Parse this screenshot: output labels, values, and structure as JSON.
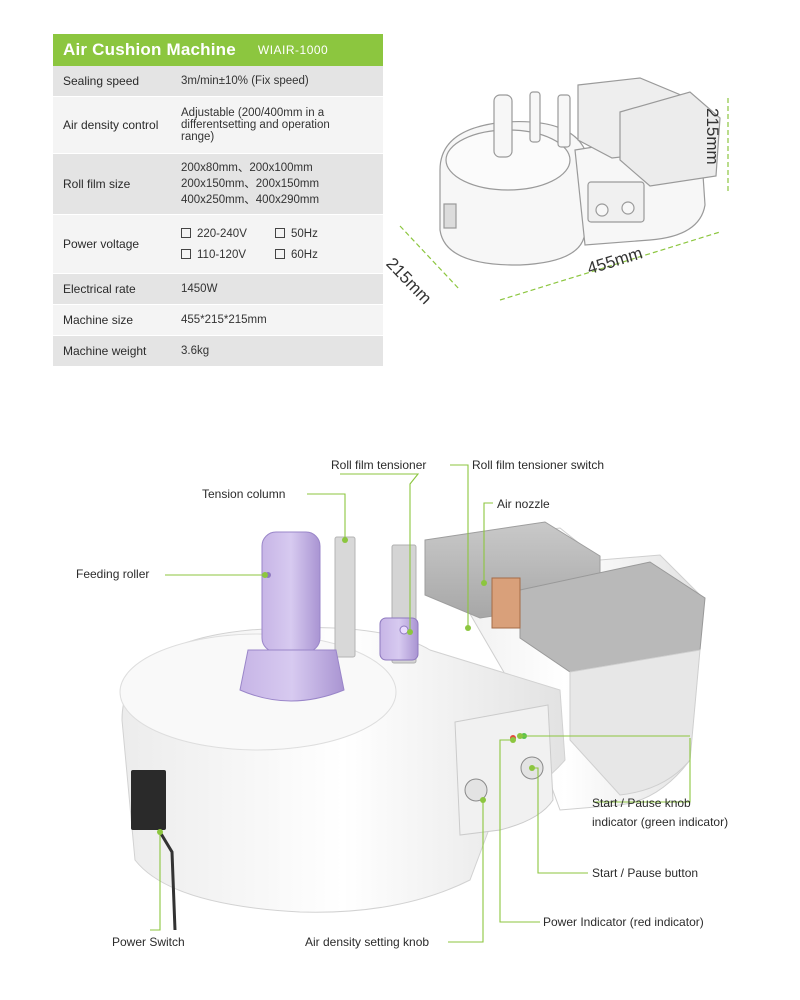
{
  "spec_table": {
    "title": "Air Cushion Machine",
    "model": "WIAIR-1000",
    "rows": [
      {
        "label": "Sealing speed",
        "value": [
          "3m/min±10% (Fix speed)"
        ]
      },
      {
        "label": "Air density control",
        "value": [
          "Adjustable (200/400mm in a",
          "differentsetting and operation",
          "range)"
        ]
      },
      {
        "label": "Roll film size",
        "value": [
          "200x80mm、200x100mm",
          "200x150mm、200x150mm",
          "400x250mm、400x290mm"
        ]
      },
      {
        "label": "Power voltage",
        "options": [
          "220-240V",
          "50Hz",
          "110-120V",
          "60Hz"
        ]
      },
      {
        "label": "Electrical rate",
        "value": [
          "1450W"
        ]
      },
      {
        "label": "Machine size",
        "value": [
          "455*215*215mm"
        ]
      },
      {
        "label": "Machine weight",
        "value": [
          "3.6kg"
        ]
      }
    ]
  },
  "dimensions": {
    "width": "455mm",
    "depth": "215mm",
    "height": "215mm"
  },
  "callouts": {
    "roll_film_tensioner": "Roll film tensioner",
    "roll_film_tensioner_switch": "Roll film tensioner switch",
    "tension_column": "Tension column",
    "air_nozzle": "Air nozzle",
    "feeding_roller": "Feeding roller",
    "start_pause_knob_indicator_1": "Start / Pause knob",
    "start_pause_knob_indicator_2": "indicator (green indicator)",
    "start_pause_button": "Start / Pause button",
    "power_indicator": "Power Indicator (red indicator)",
    "power_switch": "Power Switch",
    "air_density_knob": "Air density setting knob"
  },
  "colors": {
    "accent_green": "#8cc63f",
    "roller_purple": "#b9a3de"
  }
}
